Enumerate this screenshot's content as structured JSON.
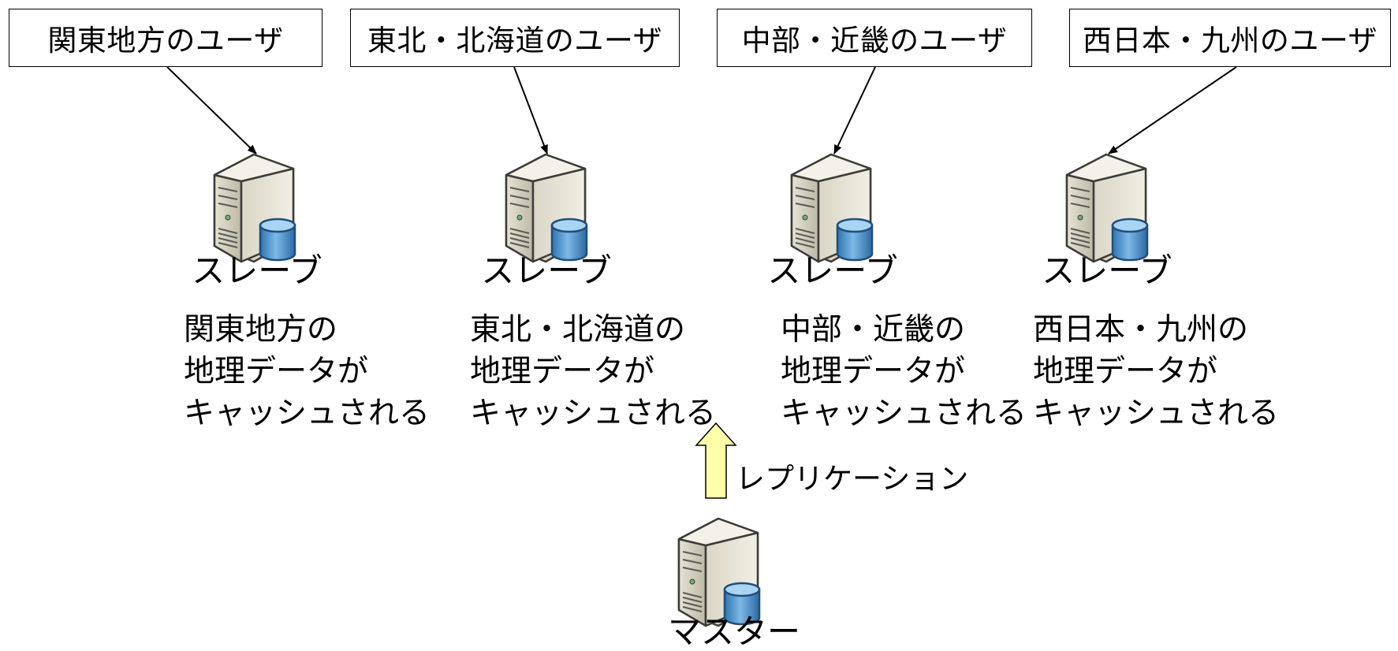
{
  "users": [
    "関東地方のユーザ",
    "東北・北海道のユーザ",
    "中部・近畿のユーザ",
    "西日本・九州のユーザ"
  ],
  "slaves": [
    {
      "label": "スレーブ",
      "cache": [
        "関東地方の",
        "地理データが",
        "キャッシュされる"
      ]
    },
    {
      "label": "スレーブ",
      "cache": [
        "東北・北海道の",
        "地理データが",
        "キャッシュされる"
      ]
    },
    {
      "label": "スレーブ",
      "cache": [
        "中部・近畿の",
        "地理データが",
        "キャッシュされる"
      ]
    },
    {
      "label": "スレーブ",
      "cache": [
        "西日本・九州の",
        "地理データが",
        "キャッシュされる"
      ]
    }
  ],
  "replication": {
    "label": "レプリケーション",
    "arrow_color": "#FFFFAA"
  },
  "master": {
    "label": "マスター"
  },
  "colors": {
    "server_body": "#D8D5C4",
    "server_outline": "#3C3C3A",
    "database": "#4A90C8",
    "line": "#000000"
  },
  "icons": [
    "server-icon",
    "database-icon"
  ]
}
